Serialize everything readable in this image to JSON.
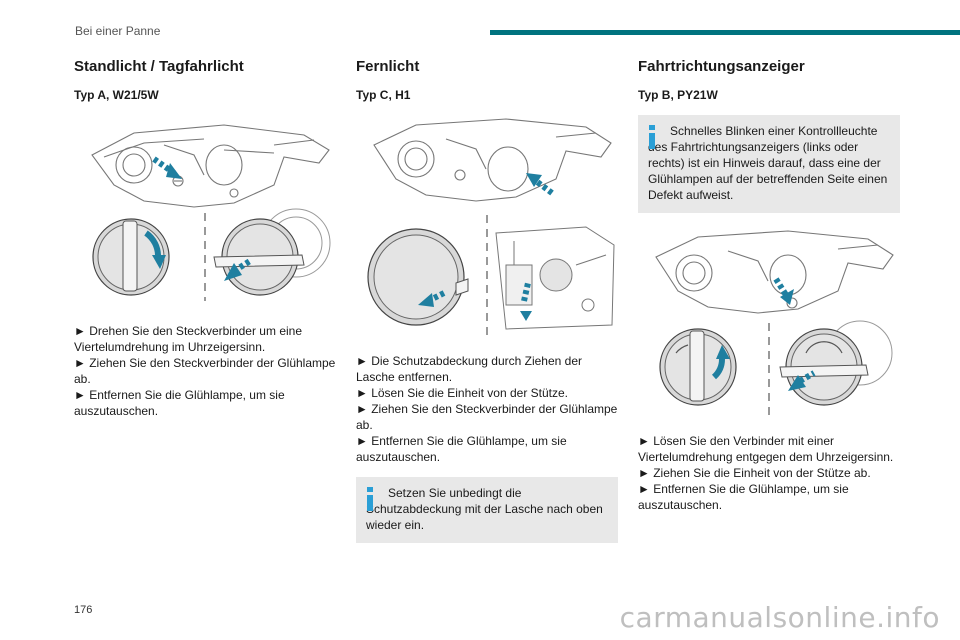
{
  "header": {
    "section": "Bei einer Panne",
    "accent_color": "#00737f"
  },
  "sections": [
    {
      "title": "Standlicht / Tagfahrlicht",
      "subtitle": "Typ A, W21/5W",
      "steps": [
        "► Drehen Sie den Steckverbinder um eine Viertelumdrehung im Uhrzeigersinn.",
        "► Ziehen Sie den Steckverbinder der Glühlampe ab.",
        "► Entfernen Sie die Glühlampe, um sie auszutauschen."
      ]
    },
    {
      "title": "Fernlicht",
      "subtitle": "Typ C, H1",
      "steps": [
        "► Die Schutzabdeckung durch Ziehen der Lasche entfernen.",
        "► Lösen Sie die Einheit von der Stütze.",
        "► Ziehen Sie den Steckverbinder der Glühlampe ab.",
        "► Entfernen Sie die Glühlampe, um sie auszutauschen."
      ],
      "note": "Setzen Sie unbedingt die Schutzabdeckung mit der Lasche nach oben wieder ein."
    },
    {
      "title": "Fahrtrichtungsanzeiger",
      "subtitle": "Typ B, PY21W",
      "note": "Schnelles Blinken einer Kontrollleuchte des Fahrtrichtungsanzeigers (links oder rechts) ist ein Hinweis darauf, dass eine der Glühlampen auf der betreffenden Seite einen Defekt aufweist.",
      "steps": [
        "►  Lösen Sie den Verbinder mit einer Viertelumdrehung entgegen dem Uhrzeigersinn.",
        "► Ziehen Sie die Einheit von der Stütze ab.",
        "► Entfernen Sie die Glühlampe, um sie auszutauschen."
      ]
    }
  ],
  "page_number": "176",
  "watermark": "carmanualsonline.info",
  "colors": {
    "arrow": "#1f7fa0",
    "note_bg": "#e8e8e8",
    "info_icon": "#2a9fd6"
  }
}
